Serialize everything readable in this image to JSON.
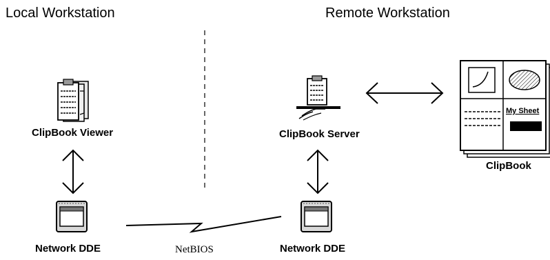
{
  "headings": {
    "local": "Local Workstation",
    "remote": "Remote Workstation"
  },
  "nodes": {
    "clipbook_viewer": "ClipBook Viewer",
    "clipbook_server": "ClipBook Server",
    "clipbook": "ClipBook",
    "network_dde_local": "Network DDE",
    "network_dde_remote": "Network DDE"
  },
  "link_label": "NetBIOS",
  "clipbook_page_label": "My Sheet"
}
